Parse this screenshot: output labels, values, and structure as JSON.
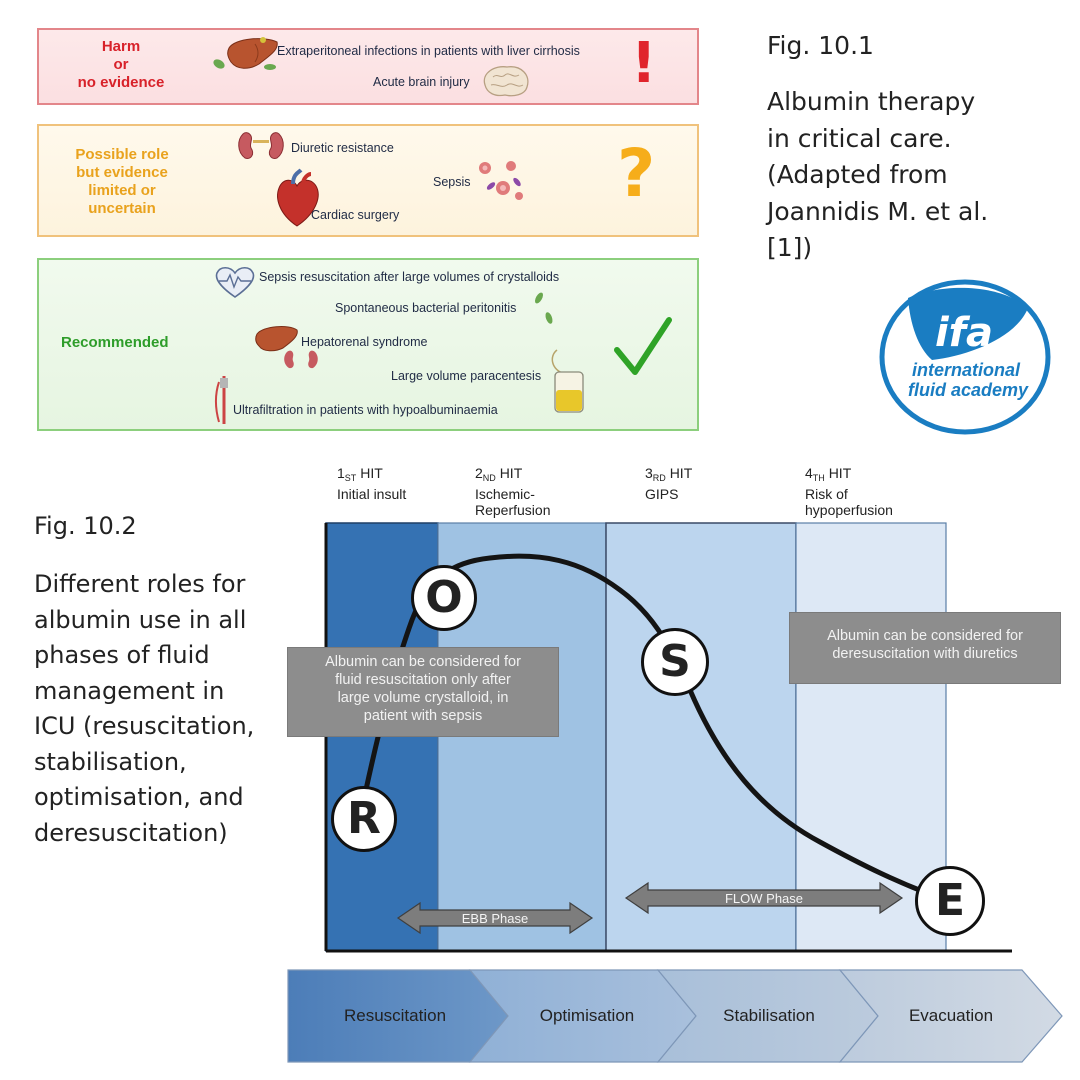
{
  "fig1": {
    "caption": "Fig. 10.1",
    "description_lines": [
      "Albumin therapy",
      "in critical care.",
      "(Adapted from",
      "Joannidis M. et al.",
      "[1])"
    ],
    "categories": {
      "harm": {
        "label_lines": [
          "Harm",
          "or",
          "no evidence"
        ],
        "items": [
          "Extraperitoneal infections in patients with liver cirrhosis",
          "Acute brain injury"
        ],
        "symbol": "!"
      },
      "possible": {
        "label_lines": [
          "Possible role",
          "but evidence",
          "limited or",
          "uncertain"
        ],
        "items": [
          "Diuretic resistance",
          "Sepsis",
          "Cardiac surgery"
        ],
        "symbol": "?"
      },
      "recommended": {
        "label": "Recommended",
        "items": [
          "Sepsis resuscitation after large volumes of crystalloids",
          "Spontaneous bacterial peritonitis",
          "Hepatorenal syndrome",
          "Large volume paracentesis",
          "Ultrafiltration in patients with hypoalbuminaemia"
        ],
        "symbol": "check-icon"
      }
    },
    "colors": {
      "harm": "#d8222a",
      "possible": "#e9a21d",
      "recommended": "#2e9d2a",
      "symbol_harm": "#e0242c",
      "symbol_possible": "#f6ad1a",
      "symbol_check": "#2fa327"
    }
  },
  "logo": {
    "brand": "ifa",
    "line1": "international",
    "line2": "fluid academy",
    "color": "#1a7dc2"
  },
  "fig2": {
    "caption": "Fig. 10.2",
    "description_lines": [
      "Different roles for",
      "albumin use in all",
      "phases of fluid",
      "management in",
      "ICU (resuscitation,",
      "stabilisation,",
      "optimisation, and",
      "deresuscitation)"
    ],
    "hits": [
      {
        "num": "1",
        "sup": "ST",
        "word": "HIT",
        "lines": [
          "Initial insult"
        ]
      },
      {
        "num": "2",
        "sup": "ND",
        "word": "HIT",
        "lines": [
          "Ischemic-",
          "Reperfusion"
        ]
      },
      {
        "num": "3",
        "sup": "RD",
        "word": "HIT",
        "lines": [
          "GIPS"
        ]
      },
      {
        "num": "4",
        "sup": "TH",
        "word": "HIT",
        "lines": [
          "Risk of",
          "hypoperfusion"
        ]
      }
    ],
    "curve_letters": [
      "R",
      "O",
      "S",
      "E"
    ],
    "notes": {
      "left_lines": [
        "Albumin can be considered for",
        "fluid resuscitation only after",
        "large volume crystalloid, in",
        "patient with sepsis"
      ],
      "right_lines": [
        "Albumin can be considered for",
        "deresuscitation with diuretics"
      ]
    },
    "arrows": {
      "ebb": "EBB Phase",
      "flow": "FLOW Phase"
    },
    "phases": [
      "Resuscitation",
      "Optimisation",
      "Stabilisation",
      "Evacuation"
    ],
    "zone_colors": [
      "#3572b3",
      "#9fc2e3",
      "#bcd5ee",
      "#dde8f5"
    ]
  }
}
